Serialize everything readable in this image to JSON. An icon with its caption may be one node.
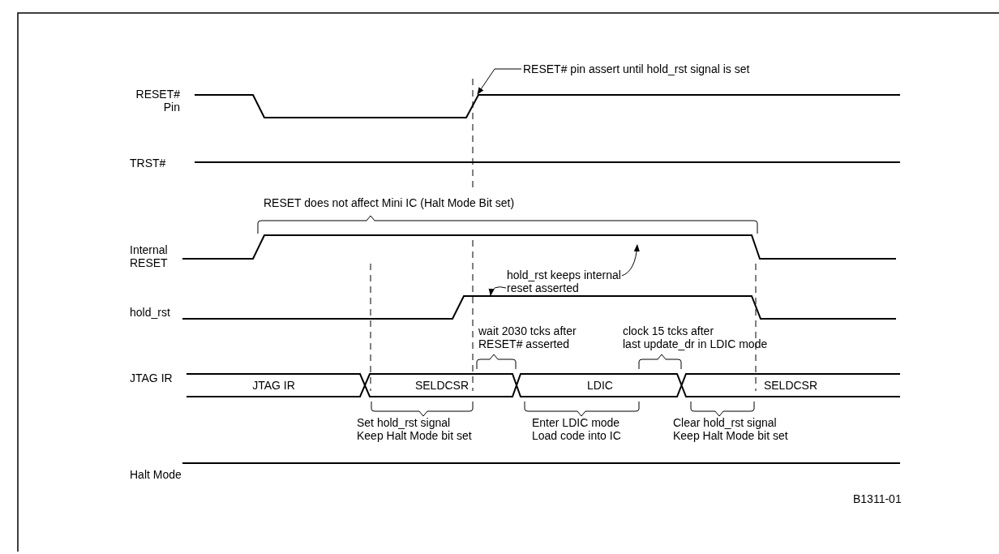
{
  "diagram": {
    "nodes": [
      {
        "text": [
          "RESET# pin assert until hold_rst signal is set"
        ]
      },
      {
        "text": [],
        "shape": "line",
        "beside": [
          "RESET# Pin"
        ]
      },
      {
        "text": [],
        "shape": "line",
        "beside": [
          "Internal RESET"
        ]
      },
      {
        "text": [
          "hold_rst keeps internal reset asserted"
        ]
      },
      {
        "text": [],
        "shape": "line",
        "beside": [
          "hold_rst"
        ]
      }
    ],
    "edges": [
      {
        "from": 0,
        "to": 1,
        "arrow": "to"
      },
      {
        "from": 3,
        "to": 2,
        "arrow": "to"
      },
      {
        "from": 3,
        "to": 4,
        "arrow": "to"
      }
    ],
    "labels": [
      "TRST#",
      "RESET does not affect Mini IC (Halt Mode Bit set)",
      "wait 2030 tcks after RESET# asserted",
      "clock 15 tcks after last update_dr in LDIC mode",
      "JTAG IR",
      "JTAG IR",
      "SELDCSR",
      "LDIC",
      "SELDCSR",
      "Set hold_rst signal Keep Halt Mode bit set",
      "Enter LDIC mode Load code into IC",
      "Clear hold_rst signal Keep Halt Mode bit set",
      "Halt Mode",
      "B1311-01"
    ]
  }
}
